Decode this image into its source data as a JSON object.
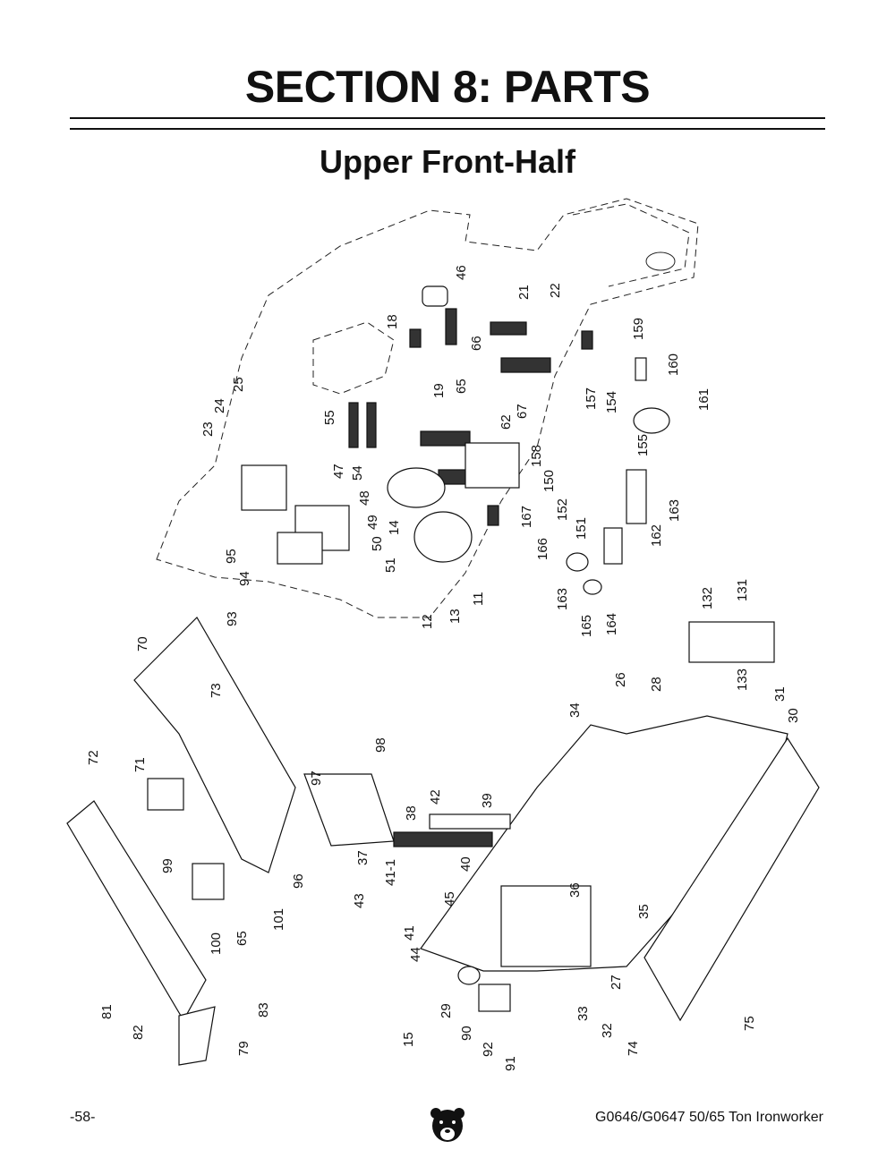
{
  "header": {
    "section_title": "SECTION 8: PARTS",
    "subtitle": "Upper Front-Half"
  },
  "diagram": {
    "callouts": [
      "46",
      "18",
      "21",
      "22",
      "159",
      "66",
      "19",
      "65",
      "160",
      "25",
      "24",
      "23",
      "55",
      "62",
      "67",
      "157",
      "154",
      "161",
      "158",
      "155",
      "47",
      "54",
      "48",
      "150",
      "163",
      "49",
      "167",
      "152",
      "50",
      "14",
      "162",
      "151",
      "95",
      "51",
      "166",
      "94",
      "163",
      "93",
      "12",
      "13",
      "11",
      "165",
      "164",
      "70",
      "132",
      "131",
      "73",
      "133",
      "26",
      "28",
      "34",
      "31",
      "30",
      "71",
      "72",
      "98",
      "97",
      "42",
      "39",
      "38",
      "96",
      "37",
      "41-1",
      "40",
      "99",
      "101",
      "45",
      "43",
      "36",
      "35",
      "65",
      "100",
      "41",
      "44",
      "29",
      "27",
      "81",
      "83",
      "82",
      "33",
      "32",
      "90",
      "92",
      "15",
      "91",
      "79",
      "74",
      "75"
    ]
  },
  "footer": {
    "page_number": "-58-",
    "model": "G0646/G0647  50/65 Ton Ironworker",
    "logo_icon": "bear-head-logo"
  }
}
